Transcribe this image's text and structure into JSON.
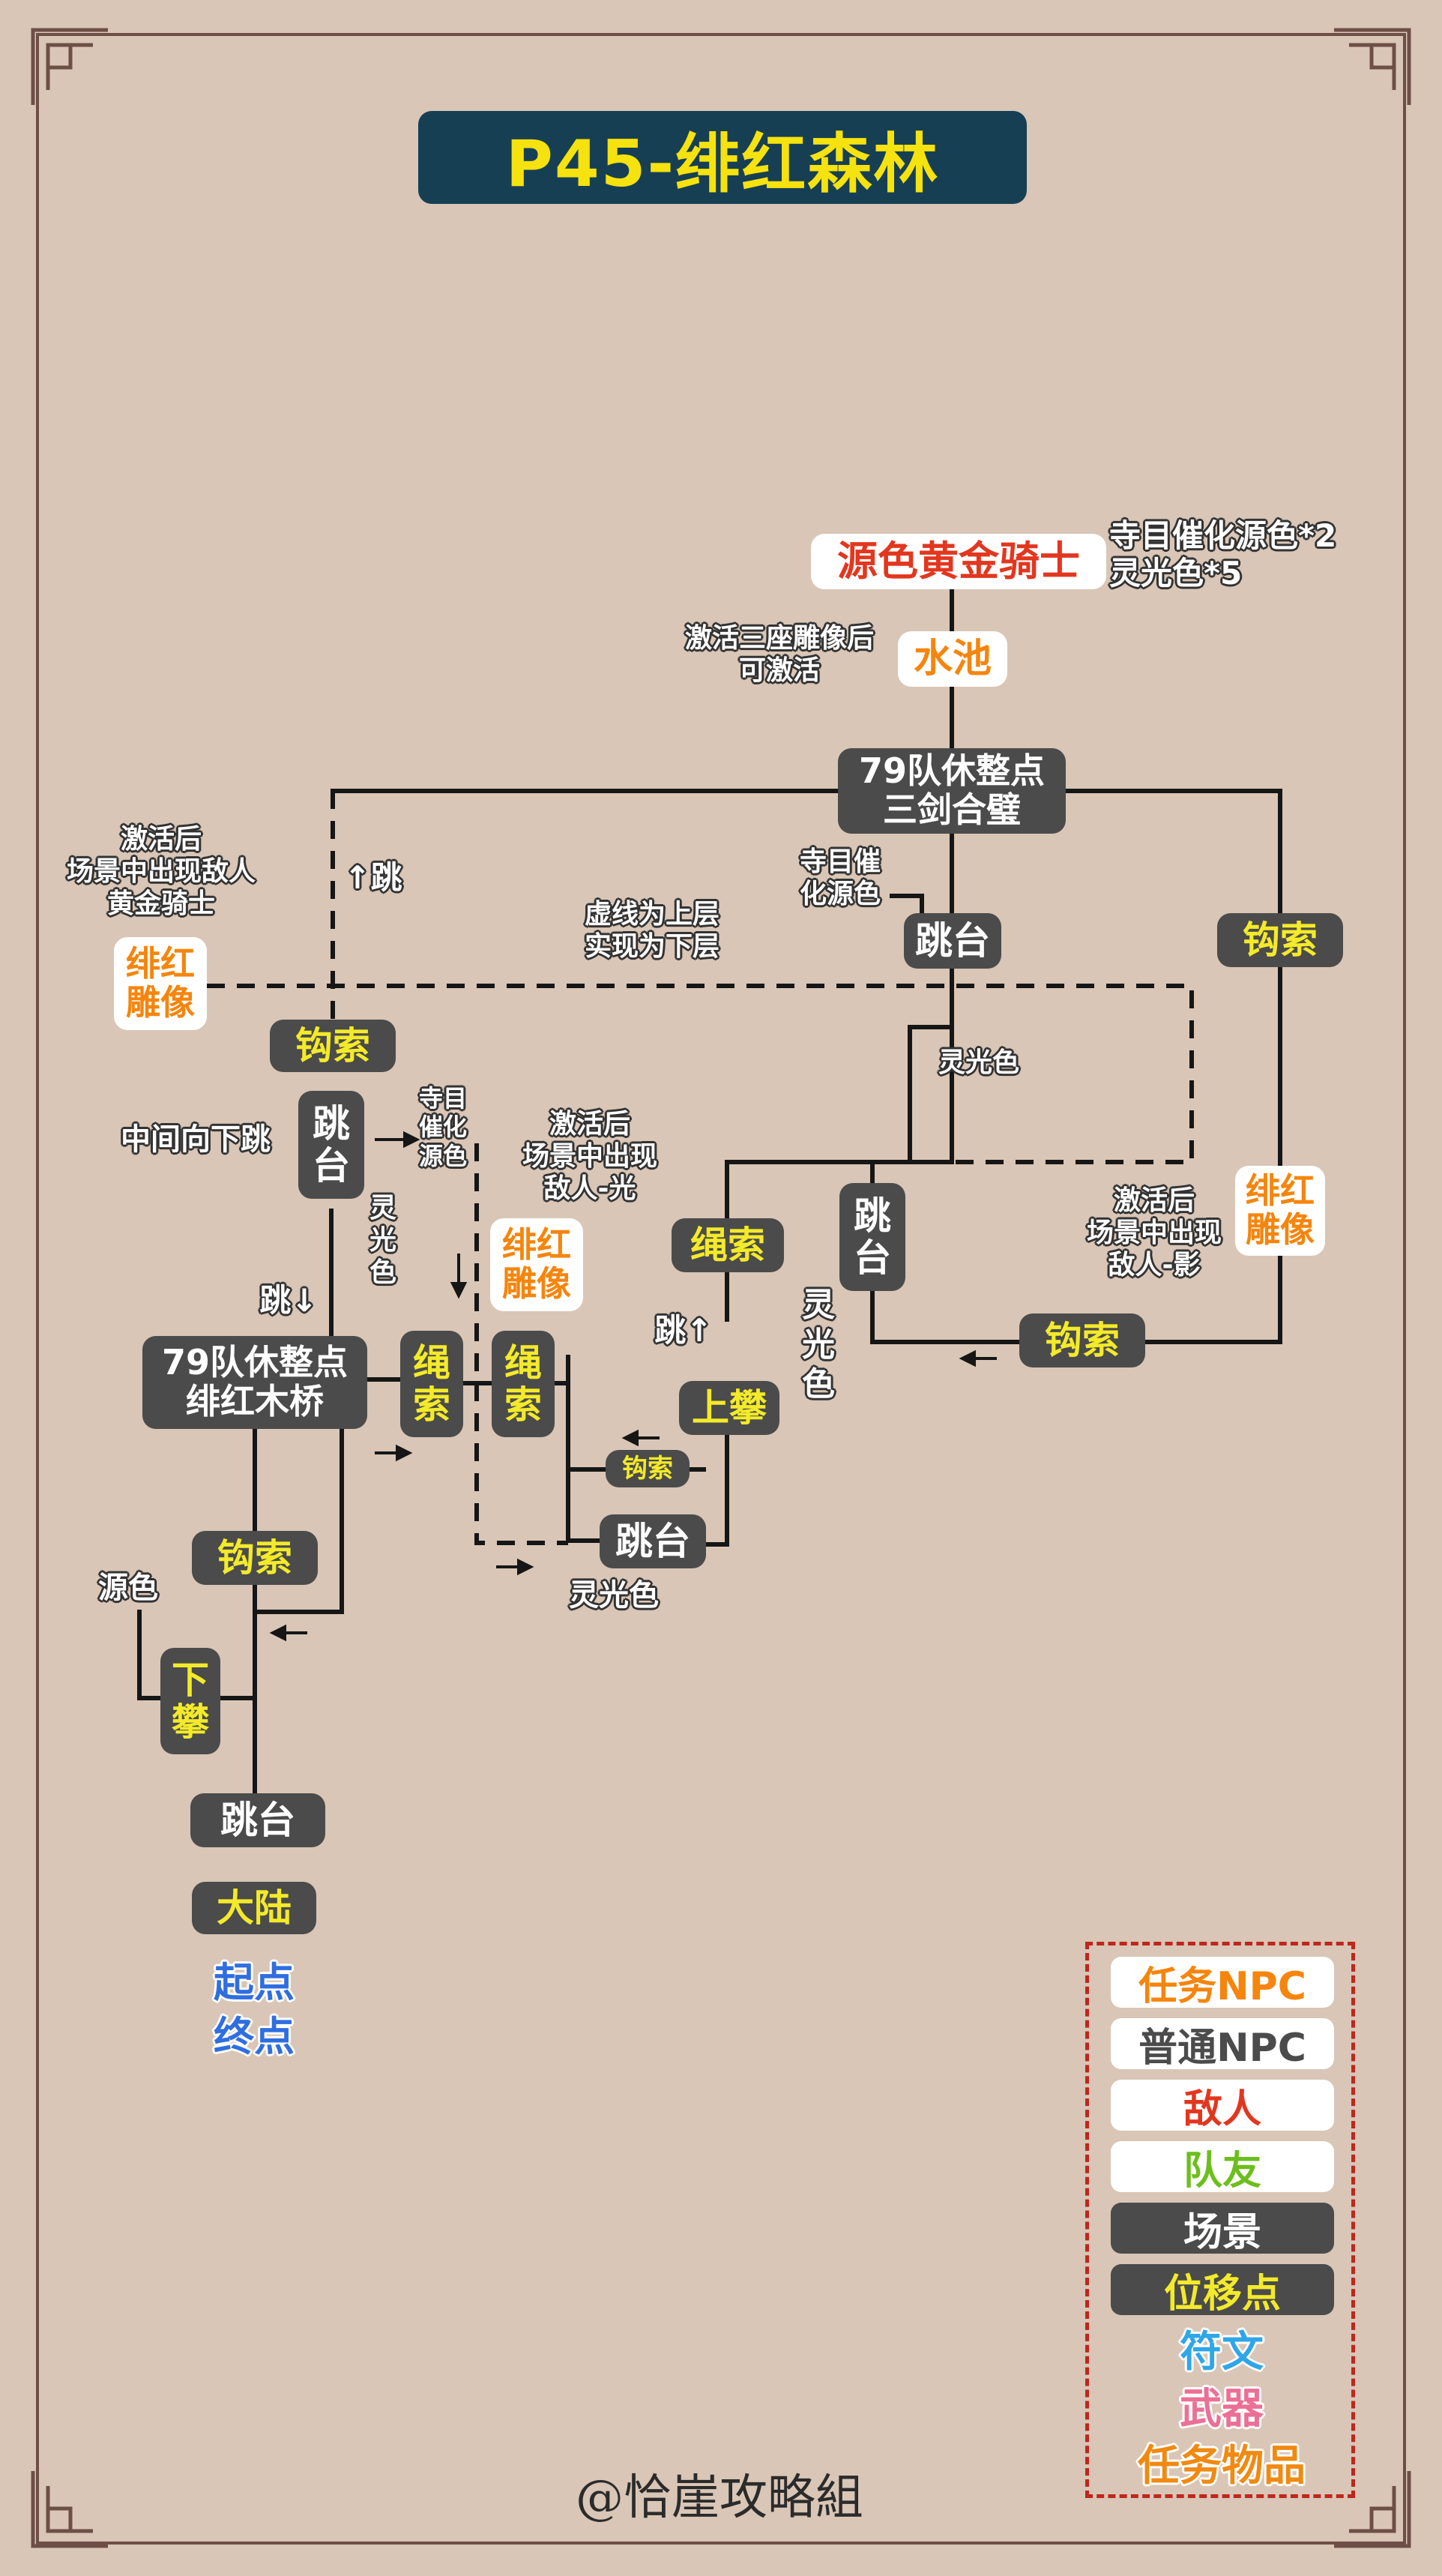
{
  "title": "P45-绯红森林",
  "nodes": {
    "gold_knight": "源色黄金骑士",
    "water_pool": "水池",
    "rest79_top": "79队休整点\n三剑合璧",
    "jump_top": "跳台",
    "hook_right": "钩索",
    "statue_left": "绯红\n雕像",
    "hook_left": "钩索",
    "jump_left": "跳\n台",
    "statue_right": "绯红\n雕像",
    "statue_mid": "绯红\n雕像",
    "rope_upper": "绳索",
    "jump_mid": "跳\n台",
    "hook_lower_right": "钩索",
    "rest79_bridge": "79队休整点\n绯红木桥",
    "rope_a": "绳\n索",
    "rope_b": "绳\n索",
    "climb_up": "上攀",
    "hook_small": "钩索",
    "jump_bottom_mid": "跳台",
    "hook_bottom": "钩索",
    "climb_down": "下\n攀",
    "jump_bottom": "跳台",
    "mainland": "大陆"
  },
  "labels": {
    "reward_knight": "寺目催化源色*2\n灵光色*5",
    "pool_note": "激活三座雕像后\n可激活",
    "statue_left_note": "激活后\n场景中出现敌人\n黄金骑士",
    "jump_up": "↑跳",
    "top_catalyst": "寺目催\n化源色",
    "legend_dashed": "虚线为上层\n实现为下层",
    "aura_top": "灵光色",
    "middown": "中间向下跳",
    "catalyst_small": "寺目\n催化\n源色",
    "light_enemy": "激活后\n场景中出现\n敌人-光",
    "shadow_enemy": "激活后\n场景中出现\n敌人-影",
    "aura_vertical_a": "灵\n光\n色",
    "aura_vertical_b": "灵\n光\n色",
    "jump_down": "跳↓",
    "jump_up2": "跳↑",
    "aura_bottom": "灵光色",
    "source_color": "源色",
    "start": "起点",
    "end": "终点"
  },
  "legend": {
    "task_npc": "任务NPC",
    "normal_npc": "普通NPC",
    "enemy": "敌人",
    "ally": "队友",
    "scene": "场景",
    "move_point": "位移点",
    "rune": "符文",
    "weapon": "武器",
    "task_item": "任务物品"
  },
  "colors": {
    "background": "#d9c6b6",
    "scene": "#4b4b4b",
    "move_text": "#f3ea2a",
    "task": "#f5850d",
    "enemy": "#e2371f",
    "ally": "#6cbf1c",
    "rune": "#2fa6e8",
    "weapon": "#ec6f95",
    "task_item": "#f08a12",
    "title_bg": "#173f54",
    "title_text": "#f6e20e"
  },
  "credit": "@恰崖攻略組"
}
